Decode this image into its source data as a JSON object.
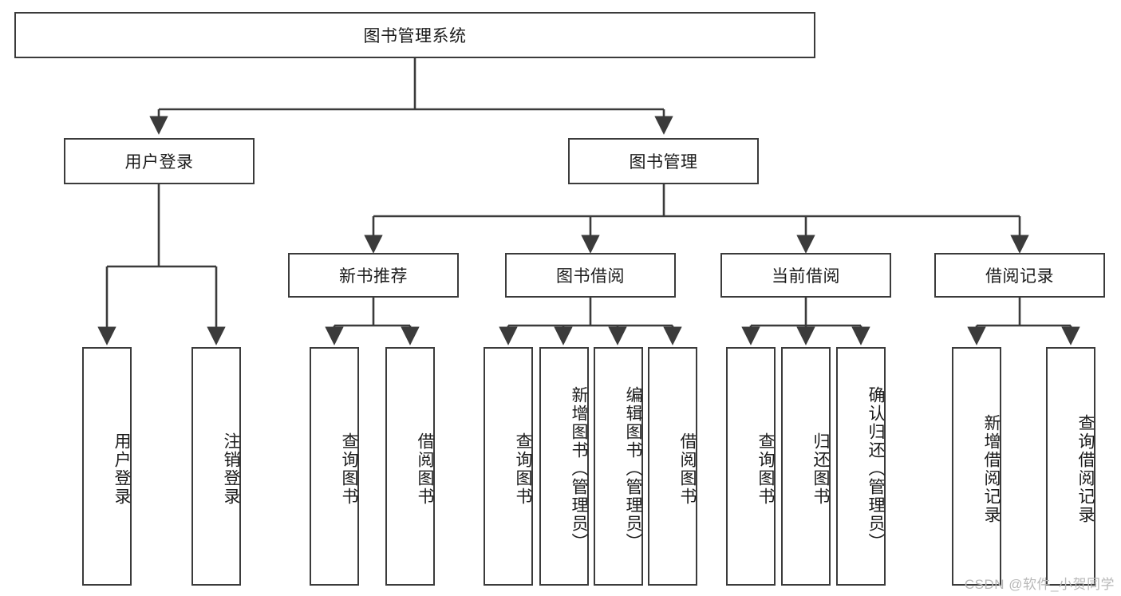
{
  "diagram": {
    "type": "tree-hierarchy",
    "title": "图书管理系统",
    "watermark": "CSDN @软件_小贺同学",
    "colors": {
      "stroke": "#3b3b3b",
      "fill": "#ffffff",
      "text": "#1b1b1b",
      "watermark": "#b8b8b8"
    },
    "nodes": {
      "root": {
        "label": "图书管理系统",
        "level": 0,
        "orientation": "horizontal"
      },
      "l1": [
        {
          "id": "user_login",
          "label": "用户登录",
          "orientation": "horizontal"
        },
        {
          "id": "book_mgmt",
          "label": "图书管理",
          "orientation": "horizontal"
        }
      ],
      "l2": [
        {
          "id": "new_book_rec",
          "label": "新书推荐",
          "parent": "book_mgmt",
          "orientation": "horizontal"
        },
        {
          "id": "book_borrow",
          "label": "图书借阅",
          "parent": "book_mgmt",
          "orientation": "horizontal"
        },
        {
          "id": "current_borrow",
          "label": "当前借阅",
          "parent": "book_mgmt",
          "orientation": "horizontal"
        },
        {
          "id": "borrow_record",
          "label": "借阅记录",
          "parent": "book_mgmt",
          "orientation": "horizontal"
        }
      ],
      "l3": [
        {
          "id": "leaf_1",
          "label": "用户登录",
          "parent": "user_login",
          "orientation": "vertical"
        },
        {
          "id": "leaf_2",
          "label": "注销登录",
          "parent": "user_login",
          "orientation": "vertical"
        },
        {
          "id": "leaf_3",
          "label": "查询图书",
          "parent": "new_book_rec",
          "orientation": "vertical"
        },
        {
          "id": "leaf_4",
          "label": "借阅图书",
          "parent": "new_book_rec",
          "orientation": "vertical"
        },
        {
          "id": "leaf_5",
          "label": "查询图书",
          "parent": "book_borrow",
          "orientation": "vertical"
        },
        {
          "id": "leaf_6",
          "label": "新增图书（管理员）",
          "parent": "book_borrow",
          "orientation": "vertical"
        },
        {
          "id": "leaf_7",
          "label": "编辑图书（管理员）",
          "parent": "book_borrow",
          "orientation": "vertical"
        },
        {
          "id": "leaf_8",
          "label": "借阅图书",
          "parent": "book_borrow",
          "orientation": "vertical"
        },
        {
          "id": "leaf_9",
          "label": "查询图书",
          "parent": "current_borrow",
          "orientation": "vertical"
        },
        {
          "id": "leaf_10",
          "label": "归还图书",
          "parent": "current_borrow",
          "orientation": "vertical"
        },
        {
          "id": "leaf_11",
          "label": "确认归还（管理员）",
          "parent": "current_borrow",
          "orientation": "vertical"
        },
        {
          "id": "leaf_12",
          "label": "新增借阅记录",
          "parent": "borrow_record",
          "orientation": "vertical"
        },
        {
          "id": "leaf_13",
          "label": "查询借阅记录",
          "parent": "borrow_record",
          "orientation": "vertical"
        }
      ]
    }
  }
}
